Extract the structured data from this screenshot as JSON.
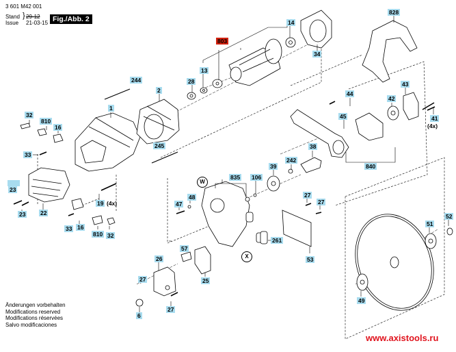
{
  "header": {
    "part_number": "3 601 M42 001",
    "stand_label": "Stand",
    "issue_label": "Issue",
    "stand_value": "29-12",
    "issue_value": "21-03-15",
    "figure_label": "Fig./Abb. 2"
  },
  "labels": {
    "p1": "1",
    "p2": "2",
    "p6": "6",
    "p13": "13",
    "p14": "14",
    "p16a": "16",
    "p16b": "16",
    "p19": "19",
    "p22": "22",
    "p23a": "23",
    "p23b": "23",
    "p25": "25",
    "p26": "26",
    "p27a": "27",
    "p27b": "27",
    "p27c": "27",
    "p27d": "27",
    "p28": "28",
    "p32a": "32",
    "p32b": "32",
    "p33a": "33",
    "p33b": "33",
    "p34": "34",
    "p38": "38",
    "p39": "39",
    "p41": "41",
    "p42": "42",
    "p43": "43",
    "p44": "44",
    "p45": "45",
    "p47": "47",
    "p48": "48",
    "p49": "49",
    "p51": "51",
    "p52": "52",
    "p53": "53",
    "p57": "57",
    "p106": "106",
    "p242": "242",
    "p244": "244",
    "p245": "245",
    "p261": "261",
    "p803": "803",
    "p810a": "810",
    "p810b": "810",
    "p828": "828",
    "p835": "835",
    "p840": "840"
  },
  "quantities": {
    "q19": "(4x)",
    "q41": "(4x)"
  },
  "markers": {
    "w": "W",
    "x": "X"
  },
  "footer": {
    "lines": [
      "Änderungen vorbehalten",
      "Modifications reserved",
      "Modifications réservées",
      "Salvo modificaciones"
    ]
  },
  "watermark": {
    "url": "www.axistools.ru"
  },
  "colors": {
    "label_bg": "#a8dcef",
    "highlight_label_bg": "#d4220f",
    "watermark": "#e0141e"
  }
}
